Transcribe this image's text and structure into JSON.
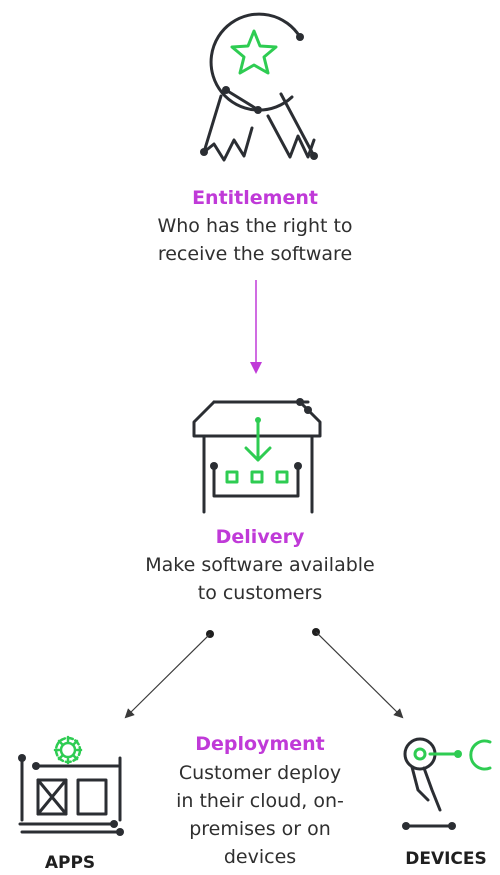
{
  "colors": {
    "accent": "#c03ad8",
    "icon_green": "#2ecc52",
    "icon_dark": "#2b2e33",
    "connector": "#3a3a3a"
  },
  "steps": {
    "entitlement": {
      "icon": "award-ribbon-star-icon",
      "title": "Entitlement",
      "desc_line1": "Who has the right to",
      "desc_line2": "receive the software"
    },
    "delivery": {
      "icon": "package-box-download-icon",
      "title": "Delivery",
      "desc_line1": "Make software available",
      "desc_line2": "to customers"
    },
    "deployment": {
      "title": "Deployment",
      "desc_line1": "Customer deploy",
      "desc_line2": "in their cloud, on-",
      "desc_line3": "premises or on",
      "desc_line4": "devices"
    }
  },
  "targets": {
    "apps": {
      "icon": "apps-window-gear-icon",
      "label": "APPS"
    },
    "devices": {
      "icon": "robot-arm-device-icon",
      "label": "DEVICES"
    }
  }
}
